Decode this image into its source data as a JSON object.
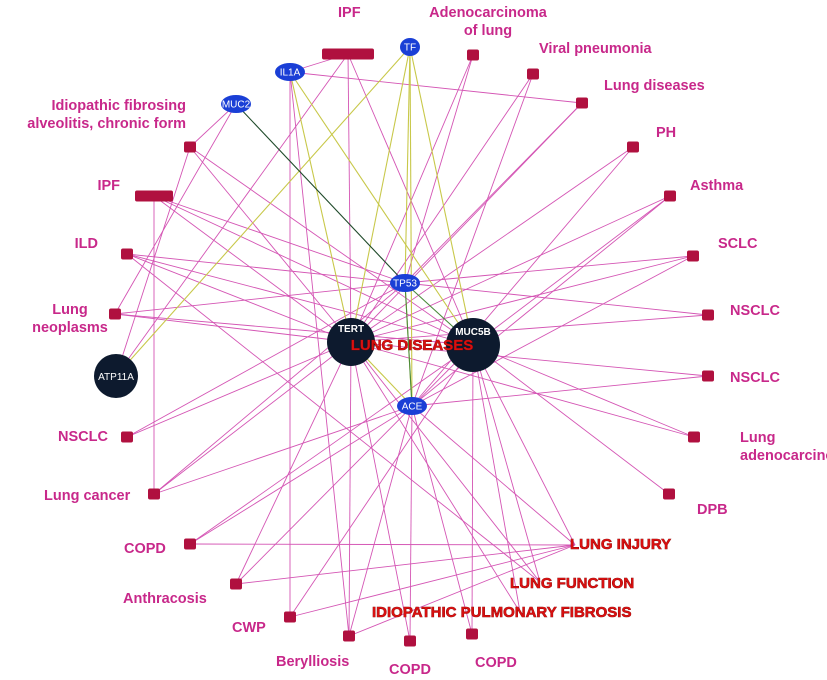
{
  "colors": {
    "disease_node": "#b0103f",
    "gene_node": "#1a3fd6",
    "hub_node": "#0d1a2e",
    "edge_pink": "#d455b4",
    "edge_yellow": "#c8c84a",
    "edge_green": "#4a8a3a",
    "edge_dark": "#1f4a2a",
    "label": "#c8288a"
  },
  "hubs": [
    {
      "id": "TERT",
      "label": "TERT"
    },
    {
      "id": "MUC5B",
      "label": "MUC5B"
    }
  ],
  "center_label": "LUNG DISEASES",
  "genes": [
    {
      "id": "IL1A",
      "label": "IL1A"
    },
    {
      "id": "TF",
      "label": "TF"
    },
    {
      "id": "MUC2",
      "label": "MUC2"
    },
    {
      "id": "TP53",
      "label": "TP53"
    },
    {
      "id": "ACE",
      "label": "ACE"
    },
    {
      "id": "ATP11A",
      "label": "ATP11A"
    }
  ],
  "diseases": [
    {
      "id": "ipf_top",
      "label": [
        "IPF"
      ]
    },
    {
      "id": "adeno_lung",
      "label": [
        "Adenocarcinoma",
        "of lung"
      ]
    },
    {
      "id": "viral",
      "label": [
        "Viral pneumonia"
      ]
    },
    {
      "id": "lung_dis",
      "label": [
        "Lung diseases"
      ]
    },
    {
      "id": "ph",
      "label": [
        "PH"
      ]
    },
    {
      "id": "asthma",
      "label": [
        "Asthma"
      ]
    },
    {
      "id": "sclc",
      "label": [
        "SCLC"
      ]
    },
    {
      "id": "nsclc1",
      "label": [
        "NSCLC"
      ]
    },
    {
      "id": "nsclc2",
      "label": [
        "NSCLC"
      ]
    },
    {
      "id": "lung_adeno",
      "label": [
        "Lung",
        "adenocarcinoma"
      ]
    },
    {
      "id": "dpb",
      "label": [
        "DPB"
      ]
    },
    {
      "id": "copd_r",
      "label": [
        "COPD"
      ]
    },
    {
      "id": "copd_m",
      "label": [
        "COPD"
      ]
    },
    {
      "id": "beryl",
      "label": [
        "Berylliosis"
      ]
    },
    {
      "id": "cwp",
      "label": [
        "CWP"
      ]
    },
    {
      "id": "anthra",
      "label": [
        "Anthracosis"
      ]
    },
    {
      "id": "copd_l",
      "label": [
        "COPD"
      ]
    },
    {
      "id": "lung_cancer",
      "label": [
        "Lung cancer"
      ]
    },
    {
      "id": "nsclc_l",
      "label": [
        "NSCLC"
      ]
    },
    {
      "id": "lung_neo",
      "label": [
        "Lung",
        "neoplasms"
      ]
    },
    {
      "id": "ild",
      "label": [
        "ILD"
      ]
    },
    {
      "id": "ipf_l",
      "label": [
        "IPF"
      ]
    },
    {
      "id": "idio_fib",
      "label": [
        "Idiopathic fibrosing",
        "alveolitis, chronic form"
      ]
    }
  ],
  "group_labels": [
    {
      "id": "lung_injury",
      "label": "LUNG INJURY"
    },
    {
      "id": "lung_function",
      "label": "LUNG FUNCTION"
    },
    {
      "id": "ipf_group",
      "label": "IDIOPATHIC PULMONARY FIBROSIS"
    }
  ],
  "edges": [
    [
      "TERT",
      "ipf_top",
      "pink"
    ],
    [
      "TERT",
      "adeno_lung",
      "pink"
    ],
    [
      "TERT",
      "viral",
      "pink"
    ],
    [
      "TERT",
      "lung_dis",
      "pink"
    ],
    [
      "TERT",
      "ph",
      "pink"
    ],
    [
      "TERT",
      "asthma",
      "pink"
    ],
    [
      "TERT",
      "sclc",
      "pink"
    ],
    [
      "TERT",
      "nsclc1",
      "pink"
    ],
    [
      "TERT",
      "nsclc2",
      "pink"
    ],
    [
      "TERT",
      "lung_adeno",
      "pink"
    ],
    [
      "TERT",
      "copd_m",
      "pink"
    ],
    [
      "TERT",
      "beryl",
      "pink"
    ],
    [
      "TERT",
      "anthra",
      "pink"
    ],
    [
      "TERT",
      "nsclc_l",
      "pink"
    ],
    [
      "TERT",
      "lung_neo",
      "pink"
    ],
    [
      "TERT",
      "ild",
      "pink"
    ],
    [
      "TERT",
      "ipf_l",
      "pink"
    ],
    [
      "TERT",
      "lung_cancer",
      "pink"
    ],
    [
      "TERT",
      "idio_fib",
      "pink"
    ],
    [
      "TERT",
      "ipf_group",
      "pink"
    ],
    [
      "TERT",
      "lung_function",
      "pink"
    ],
    [
      "MUC5B",
      "ipf_top",
      "pink"
    ],
    [
      "MUC5B",
      "idio_fib",
      "pink"
    ],
    [
      "MUC5B",
      "ipf_l",
      "pink"
    ],
    [
      "MUC5B",
      "ild",
      "pink"
    ],
    [
      "MUC5B",
      "lung_neo",
      "pink"
    ],
    [
      "MUC5B",
      "copd_l",
      "pink"
    ],
    [
      "MUC5B",
      "copd_r",
      "pink"
    ],
    [
      "MUC5B",
      "dpb",
      "pink"
    ],
    [
      "MUC5B",
      "lung_adeno",
      "pink"
    ],
    [
      "MUC5B",
      "cwp",
      "pink"
    ],
    [
      "MUC5B",
      "asthma",
      "pink"
    ],
    [
      "MUC5B",
      "ipf_group",
      "pink"
    ],
    [
      "MUC5B",
      "lung_function",
      "pink"
    ],
    [
      "MUC5B",
      "lung_injury",
      "pink"
    ],
    [
      "MUC5B",
      "anthra",
      "pink"
    ],
    [
      "TP53",
      "lung_dis",
      "pink"
    ],
    [
      "TP53",
      "sclc",
      "pink"
    ],
    [
      "TP53",
      "nsclc1",
      "pink"
    ],
    [
      "TP53",
      "lung_neo",
      "pink"
    ],
    [
      "TP53",
      "nsclc_l",
      "pink"
    ],
    [
      "TP53",
      "lung_cancer",
      "pink"
    ],
    [
      "TP53",
      "adeno_lung",
      "pink"
    ],
    [
      "TP53",
      "ipf_l",
      "pink"
    ],
    [
      "TP53",
      "ild",
      "pink"
    ],
    [
      "ACE",
      "ph",
      "pink"
    ],
    [
      "ACE",
      "asthma",
      "pink"
    ],
    [
      "ACE",
      "copd_m",
      "pink"
    ],
    [
      "ACE",
      "copd_r",
      "pink"
    ],
    [
      "ACE",
      "beryl",
      "pink"
    ],
    [
      "ACE",
      "copd_l",
      "pink"
    ],
    [
      "ACE",
      "lung_cancer",
      "pink"
    ],
    [
      "ACE",
      "viral",
      "pink"
    ],
    [
      "ACE",
      "lung_injury",
      "pink"
    ],
    [
      "ACE",
      "nsclc2",
      "pink"
    ],
    [
      "ACE",
      "sclc",
      "pink"
    ],
    [
      "IL1A",
      "cwp",
      "pink"
    ],
    [
      "IL1A",
      "beryl",
      "pink"
    ],
    [
      "IL1A",
      "ipf_top",
      "pink"
    ],
    [
      "IL1A",
      "lung_dis",
      "pink"
    ],
    [
      "MUC2",
      "idio_fib",
      "pink"
    ],
    [
      "MUC2",
      "lung_neo",
      "pink"
    ],
    [
      "ATP11A",
      "ipf_top",
      "pink"
    ],
    [
      "ATP11A",
      "idio_fib",
      "pink"
    ],
    [
      "ild",
      "lung_function",
      "pink"
    ],
    [
      "copd_l",
      "lung_injury",
      "pink"
    ],
    [
      "anthra",
      "lung_injury",
      "pink"
    ],
    [
      "cwp",
      "lung_injury",
      "pink"
    ],
    [
      "beryl",
      "lung_injury",
      "pink"
    ],
    [
      "ipf_l",
      "lung_cancer",
      "pink"
    ],
    [
      "TF",
      "TERT",
      "yellow"
    ],
    [
      "TF",
      "MUC5B",
      "yellow"
    ],
    [
      "TF",
      "ATP11A",
      "yellow"
    ],
    [
      "TF",
      "TP53",
      "yellow"
    ],
    [
      "IL1A",
      "TERT",
      "yellow"
    ],
    [
      "IL1A",
      "MUC5B",
      "yellow"
    ],
    [
      "ACE",
      "TERT",
      "yellow"
    ],
    [
      "ACE",
      "TP53",
      "yellow"
    ],
    [
      "TF",
      "ACE",
      "yellow"
    ],
    [
      "MUC2",
      "TP53",
      "dark"
    ],
    [
      "TP53",
      "MUC5B",
      "green"
    ],
    [
      "TP53",
      "ACE",
      "green"
    ]
  ]
}
